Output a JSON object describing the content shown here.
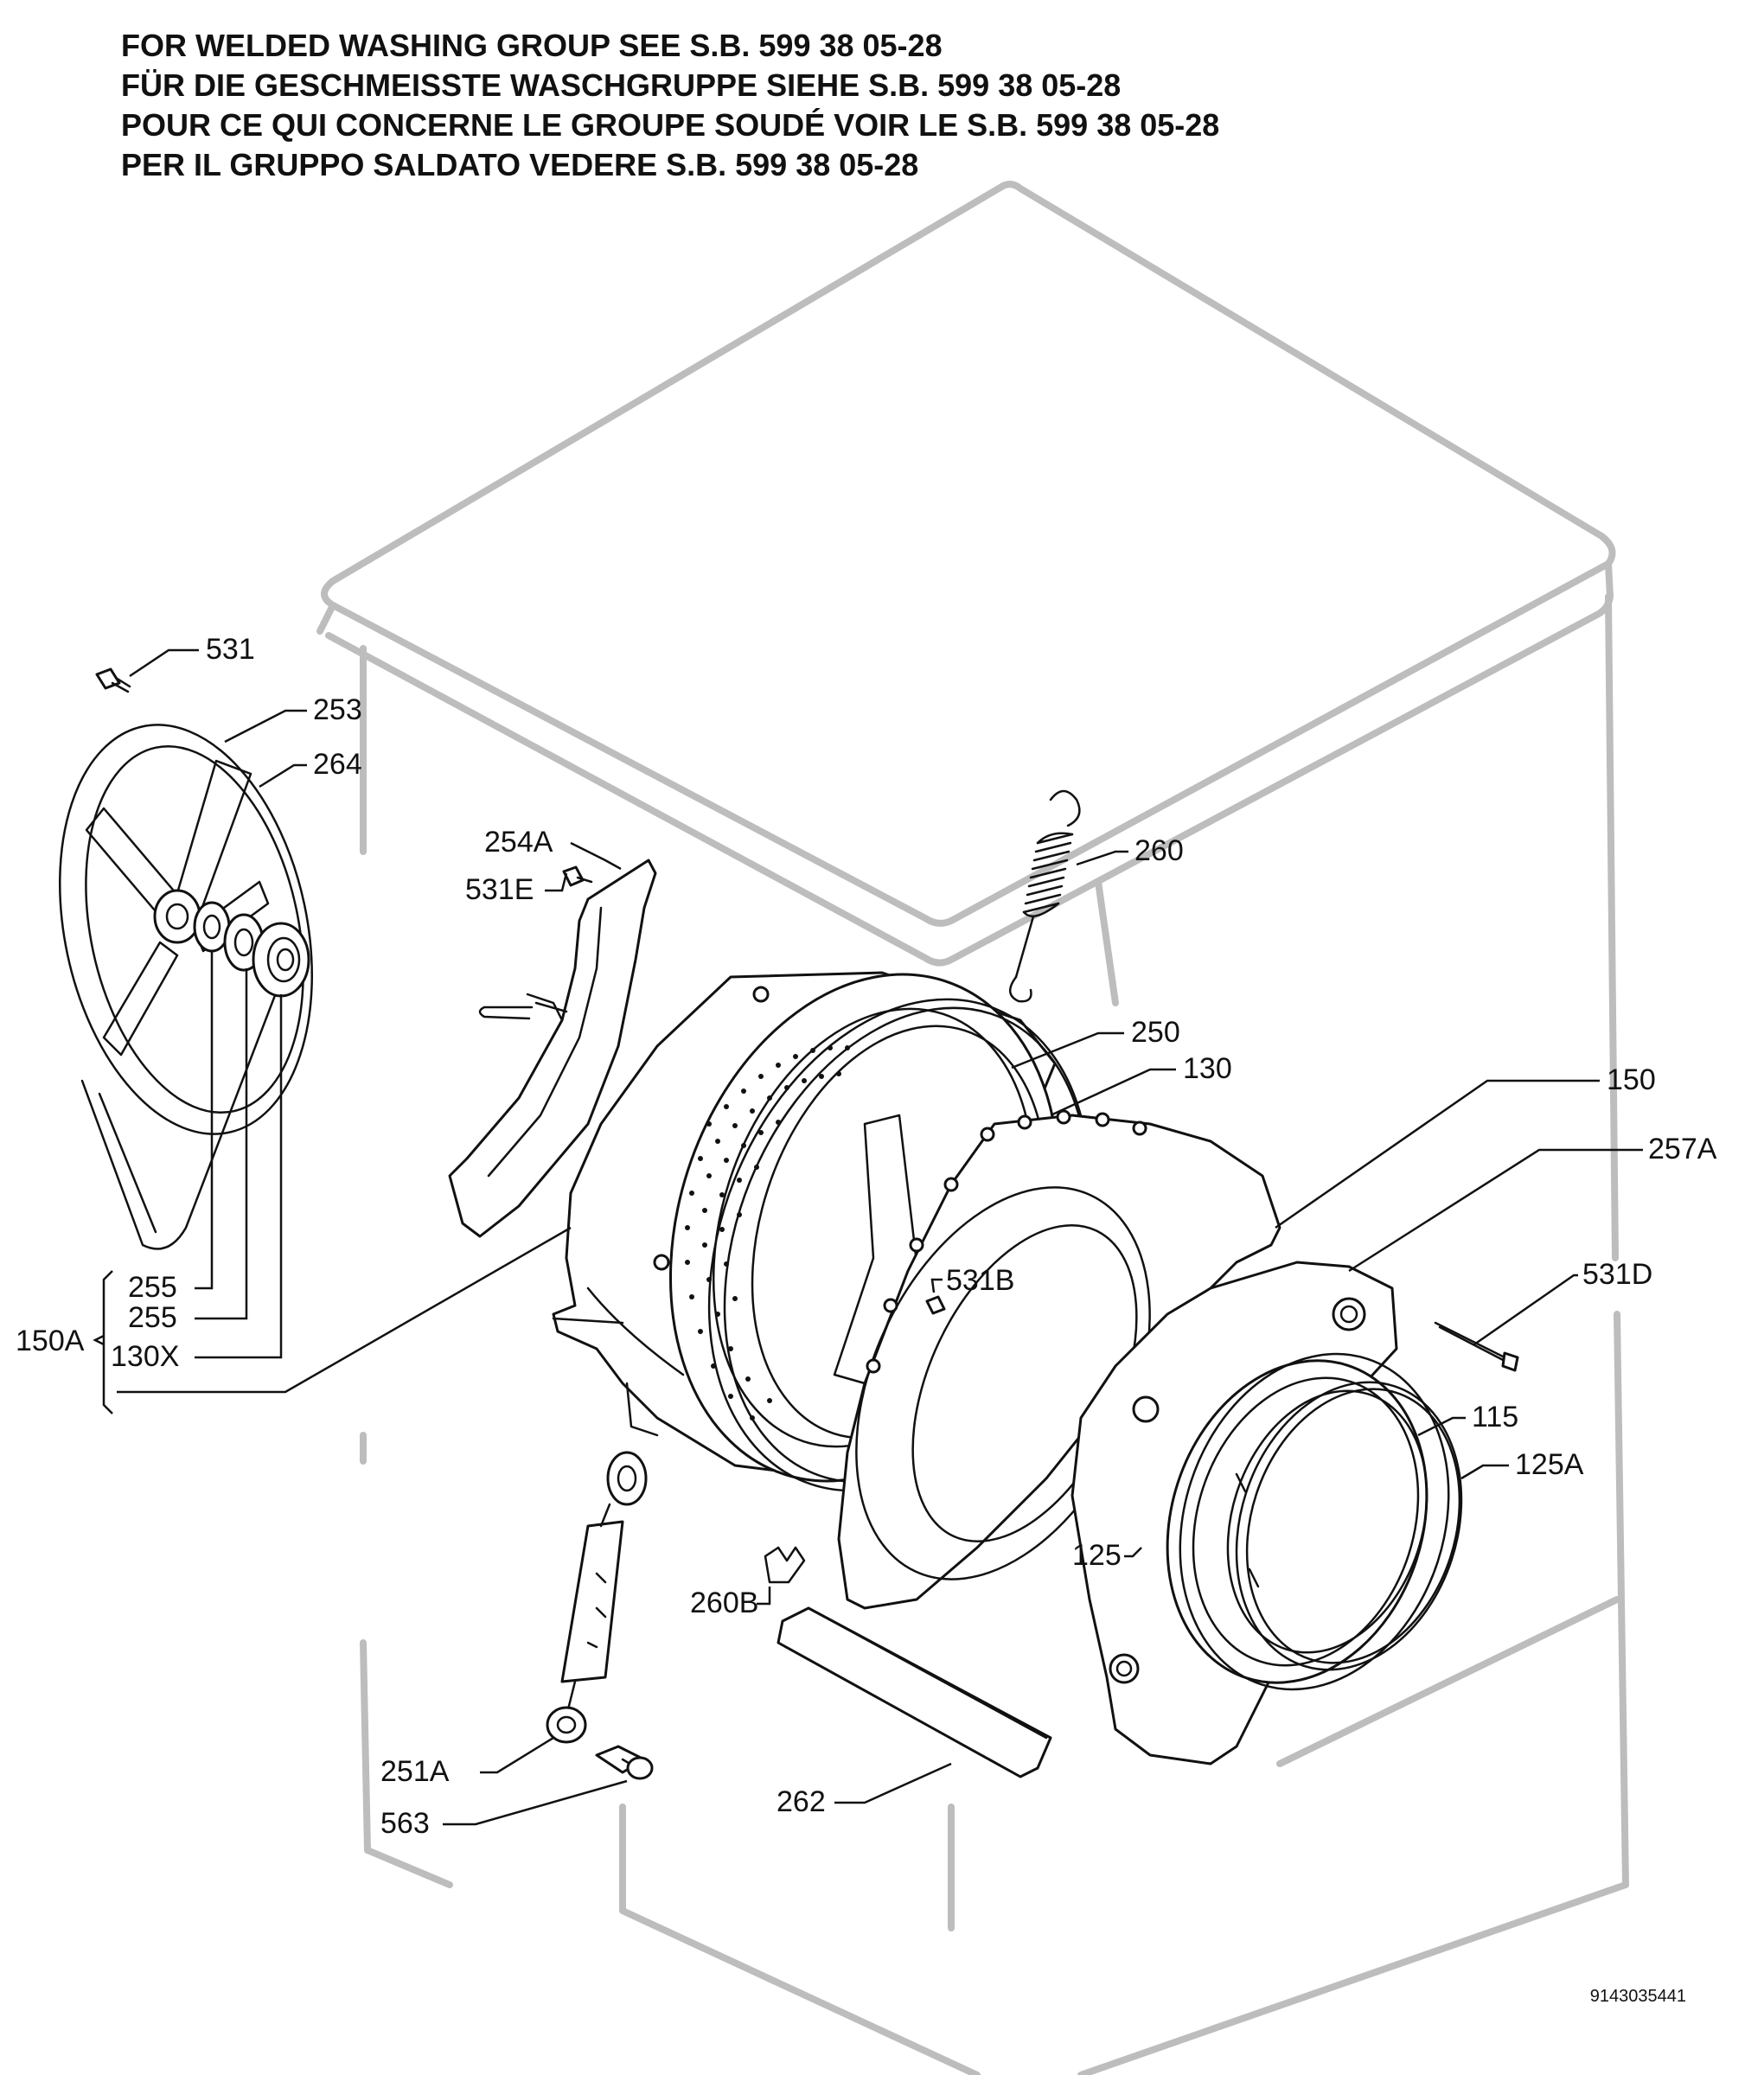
{
  "header": {
    "lines": [
      "FOR WELDED WASHING GROUP SEE S.B. 599 38 05-28",
      "FÜR DIE GESCHMEISSTE WASCHGRUPPE SIEHE S.B. 599 38 05-28",
      "POUR CE QUI CONCERNE LE GROUPE SOUDÉ VOIR LE S.B. 599 38 05-28",
      "PER IL GRUPPO SALDATO VEDERE S.B. 599 38 05-28"
    ]
  },
  "labels": {
    "p531": "531",
    "p253": "253",
    "p264": "264",
    "p254A": "254A",
    "p531E": "531E",
    "p260": "260",
    "p250": "250",
    "p130": "130",
    "p150": "150",
    "p257A": "257A",
    "p531B": "531B",
    "p531D": "531D",
    "p255a": "255",
    "p255b": "255",
    "p150A": "150A",
    "p130X": "130X",
    "p115": "115",
    "p125A": "125A",
    "p125": "125",
    "p260B": "260B",
    "p251A": "251A",
    "p563": "563",
    "p262": "262"
  },
  "footer": {
    "doc_number": "9143035441"
  }
}
